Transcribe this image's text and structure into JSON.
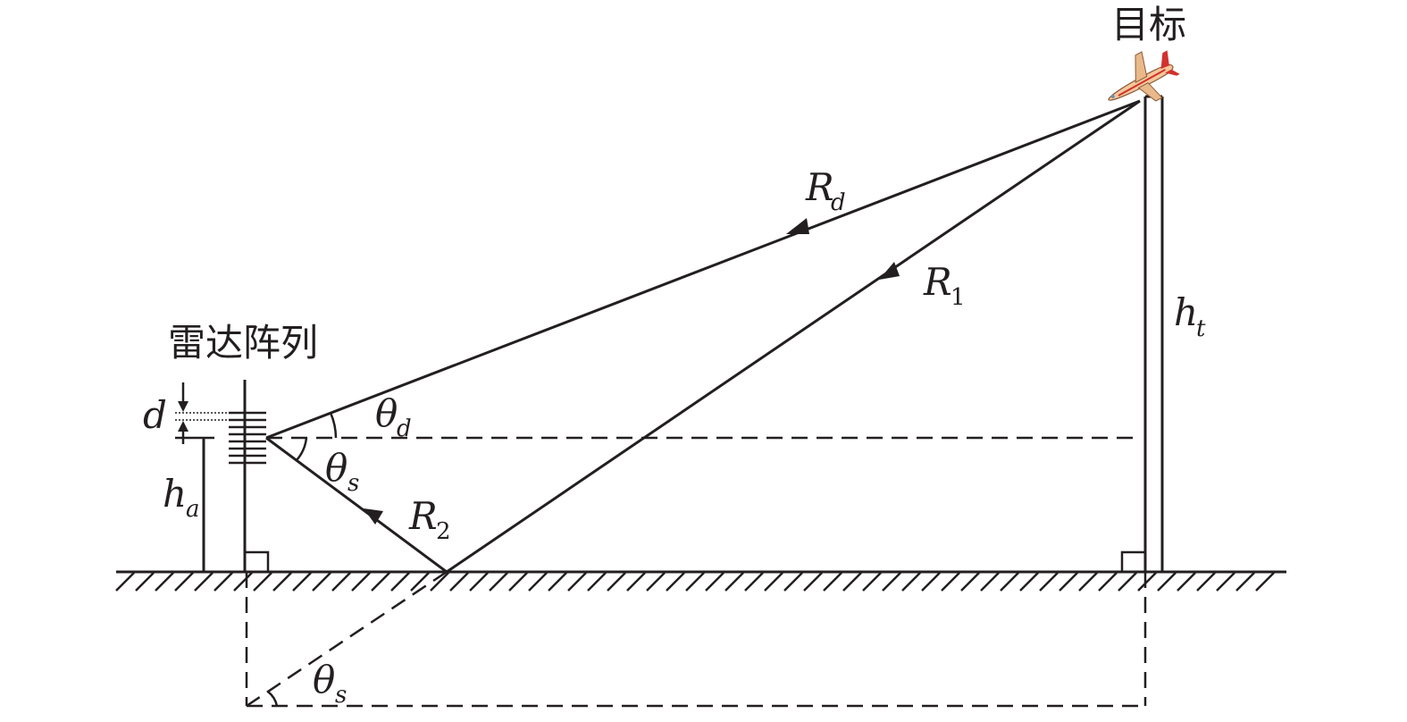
{
  "labels": {
    "target": "目标",
    "radar_array": "雷达阵列",
    "d": "d",
    "h_a_main": "h",
    "h_a_sub": "a",
    "h_t_main": "h",
    "h_t_sub": "t",
    "R_d_main": "R",
    "R_d_sub": "d",
    "R_1_main": "R",
    "R_1_sub": "1",
    "R_2_main": "R",
    "R_2_sub": "2",
    "theta_d_main": "θ",
    "theta_d_sub": "d",
    "theta_s_main": "θ",
    "theta_s_sub": "s",
    "theta_s2_main": "θ",
    "theta_s2_sub": "s"
  },
  "icons": {
    "target": "airplane-icon"
  },
  "colors": {
    "ink": "#231f20",
    "plane_body": "#f2c79a",
    "plane_accent": "#d2322d"
  }
}
